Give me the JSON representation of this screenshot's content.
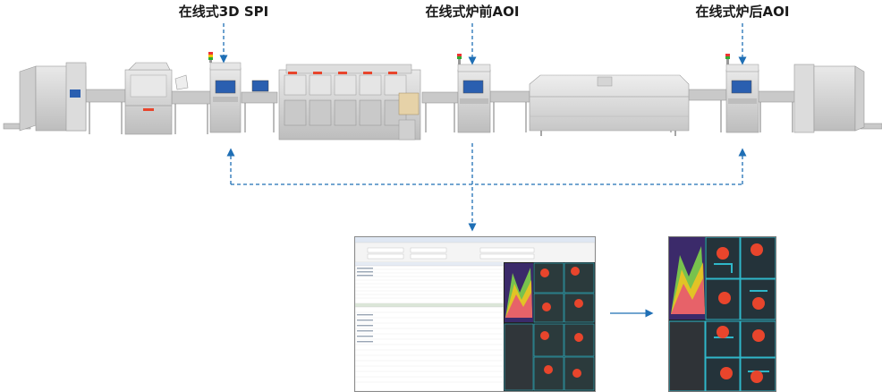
{
  "labels": {
    "spi": "在线式3D SPI",
    "pre_aoi": "在线式炉前AOI",
    "post_aoi": "在线式炉后AOI"
  },
  "colors": {
    "arrow": "#1f6fb5",
    "machine_body": "#d8d8d8",
    "machine_dark": "#b9b9b9",
    "screen_blue": "#2a5fb0",
    "pad_red": "#e8452c",
    "trace_cyan": "#2fb7c9"
  },
  "icons": [
    "dashed-connector",
    "arrow-down-icon",
    "arrow-up-icon",
    "arrow-right-icon",
    "signal-tower-icon"
  ]
}
